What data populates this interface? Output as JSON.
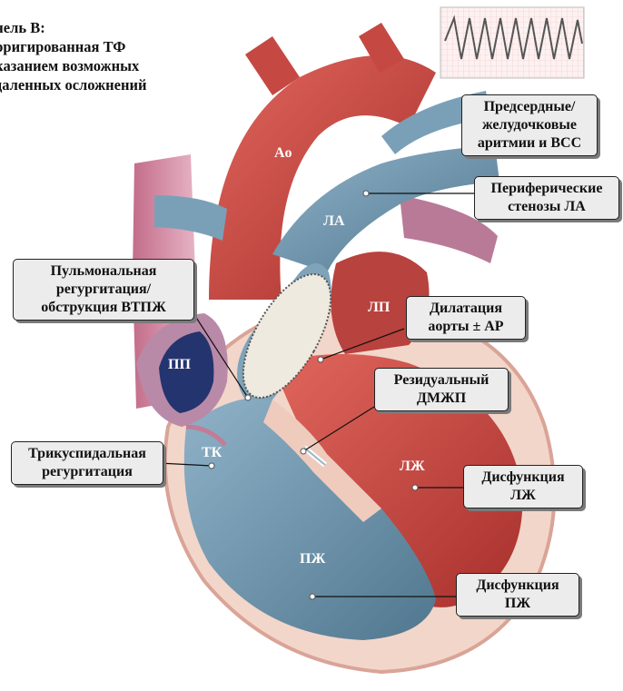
{
  "panel_title": {
    "lines": [
      "Панель В:",
      "Корригированная ТФ",
      "с указанием возможных",
      "отдаленных осложнений"
    ],
    "display": [
      "анель В:",
      "орригированная ТФ",
      "указанием возможных",
      "тдаленных осложнений"
    ]
  },
  "structure_labels": {
    "ao": "Ao",
    "la_artery": "ЛА",
    "lp": "ЛП",
    "pp": "ПП",
    "tk": "ТК",
    "lzh": "ЛЖ",
    "pzh": "ПЖ"
  },
  "callouts": {
    "arrhythmia": [
      "Предсердные/",
      "желудочковые",
      "аритмии и ВСС"
    ],
    "peripheral_stenosis": [
      "Периферические",
      "стенозы ЛА"
    ],
    "pulmonary_regurgitation": [
      "Пульмональная",
      "регургитация/",
      "обструкция ВТПЖ"
    ],
    "aortic_dilation": [
      "Дилатация",
      "аорты ± АР"
    ],
    "residual_vsd": [
      "Резидуальный",
      "ДМЖП"
    ],
    "tricuspid_regurgitation": [
      "Трикуспидальная",
      "регургитация"
    ],
    "lv_dysfunction": [
      "Дисфункция",
      "ЛЖ"
    ],
    "rv_dysfunction": [
      "Дисфункция",
      "ПЖ"
    ]
  },
  "colors": {
    "artery_red": "#c8443f",
    "vein_blue": "#6f93aa",
    "heart_outline": "#d7978f",
    "ecg_trace": "#555555",
    "ecg_grid": "#e9a7a7"
  }
}
